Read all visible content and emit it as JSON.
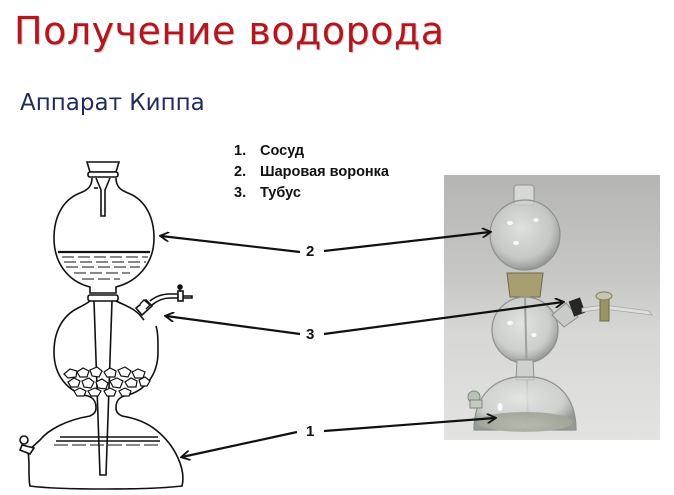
{
  "slide": {
    "title": "Получение водорода",
    "subtitle": "Аппарат Киппа",
    "title_color": "#b0171f",
    "subtitle_color": "#1f2a5e"
  },
  "legend": {
    "items": [
      {
        "number": "1.",
        "label": "Сосуд"
      },
      {
        "number": "2.",
        "label": "Шаровая воронка"
      },
      {
        "number": "3.",
        "label": "Тубус"
      }
    ]
  },
  "callouts": {
    "labels": [
      "2",
      "3",
      "1"
    ]
  },
  "figures": {
    "drawing": "kipp-apparatus-line-drawing",
    "photo": "kipp-apparatus-photo"
  }
}
